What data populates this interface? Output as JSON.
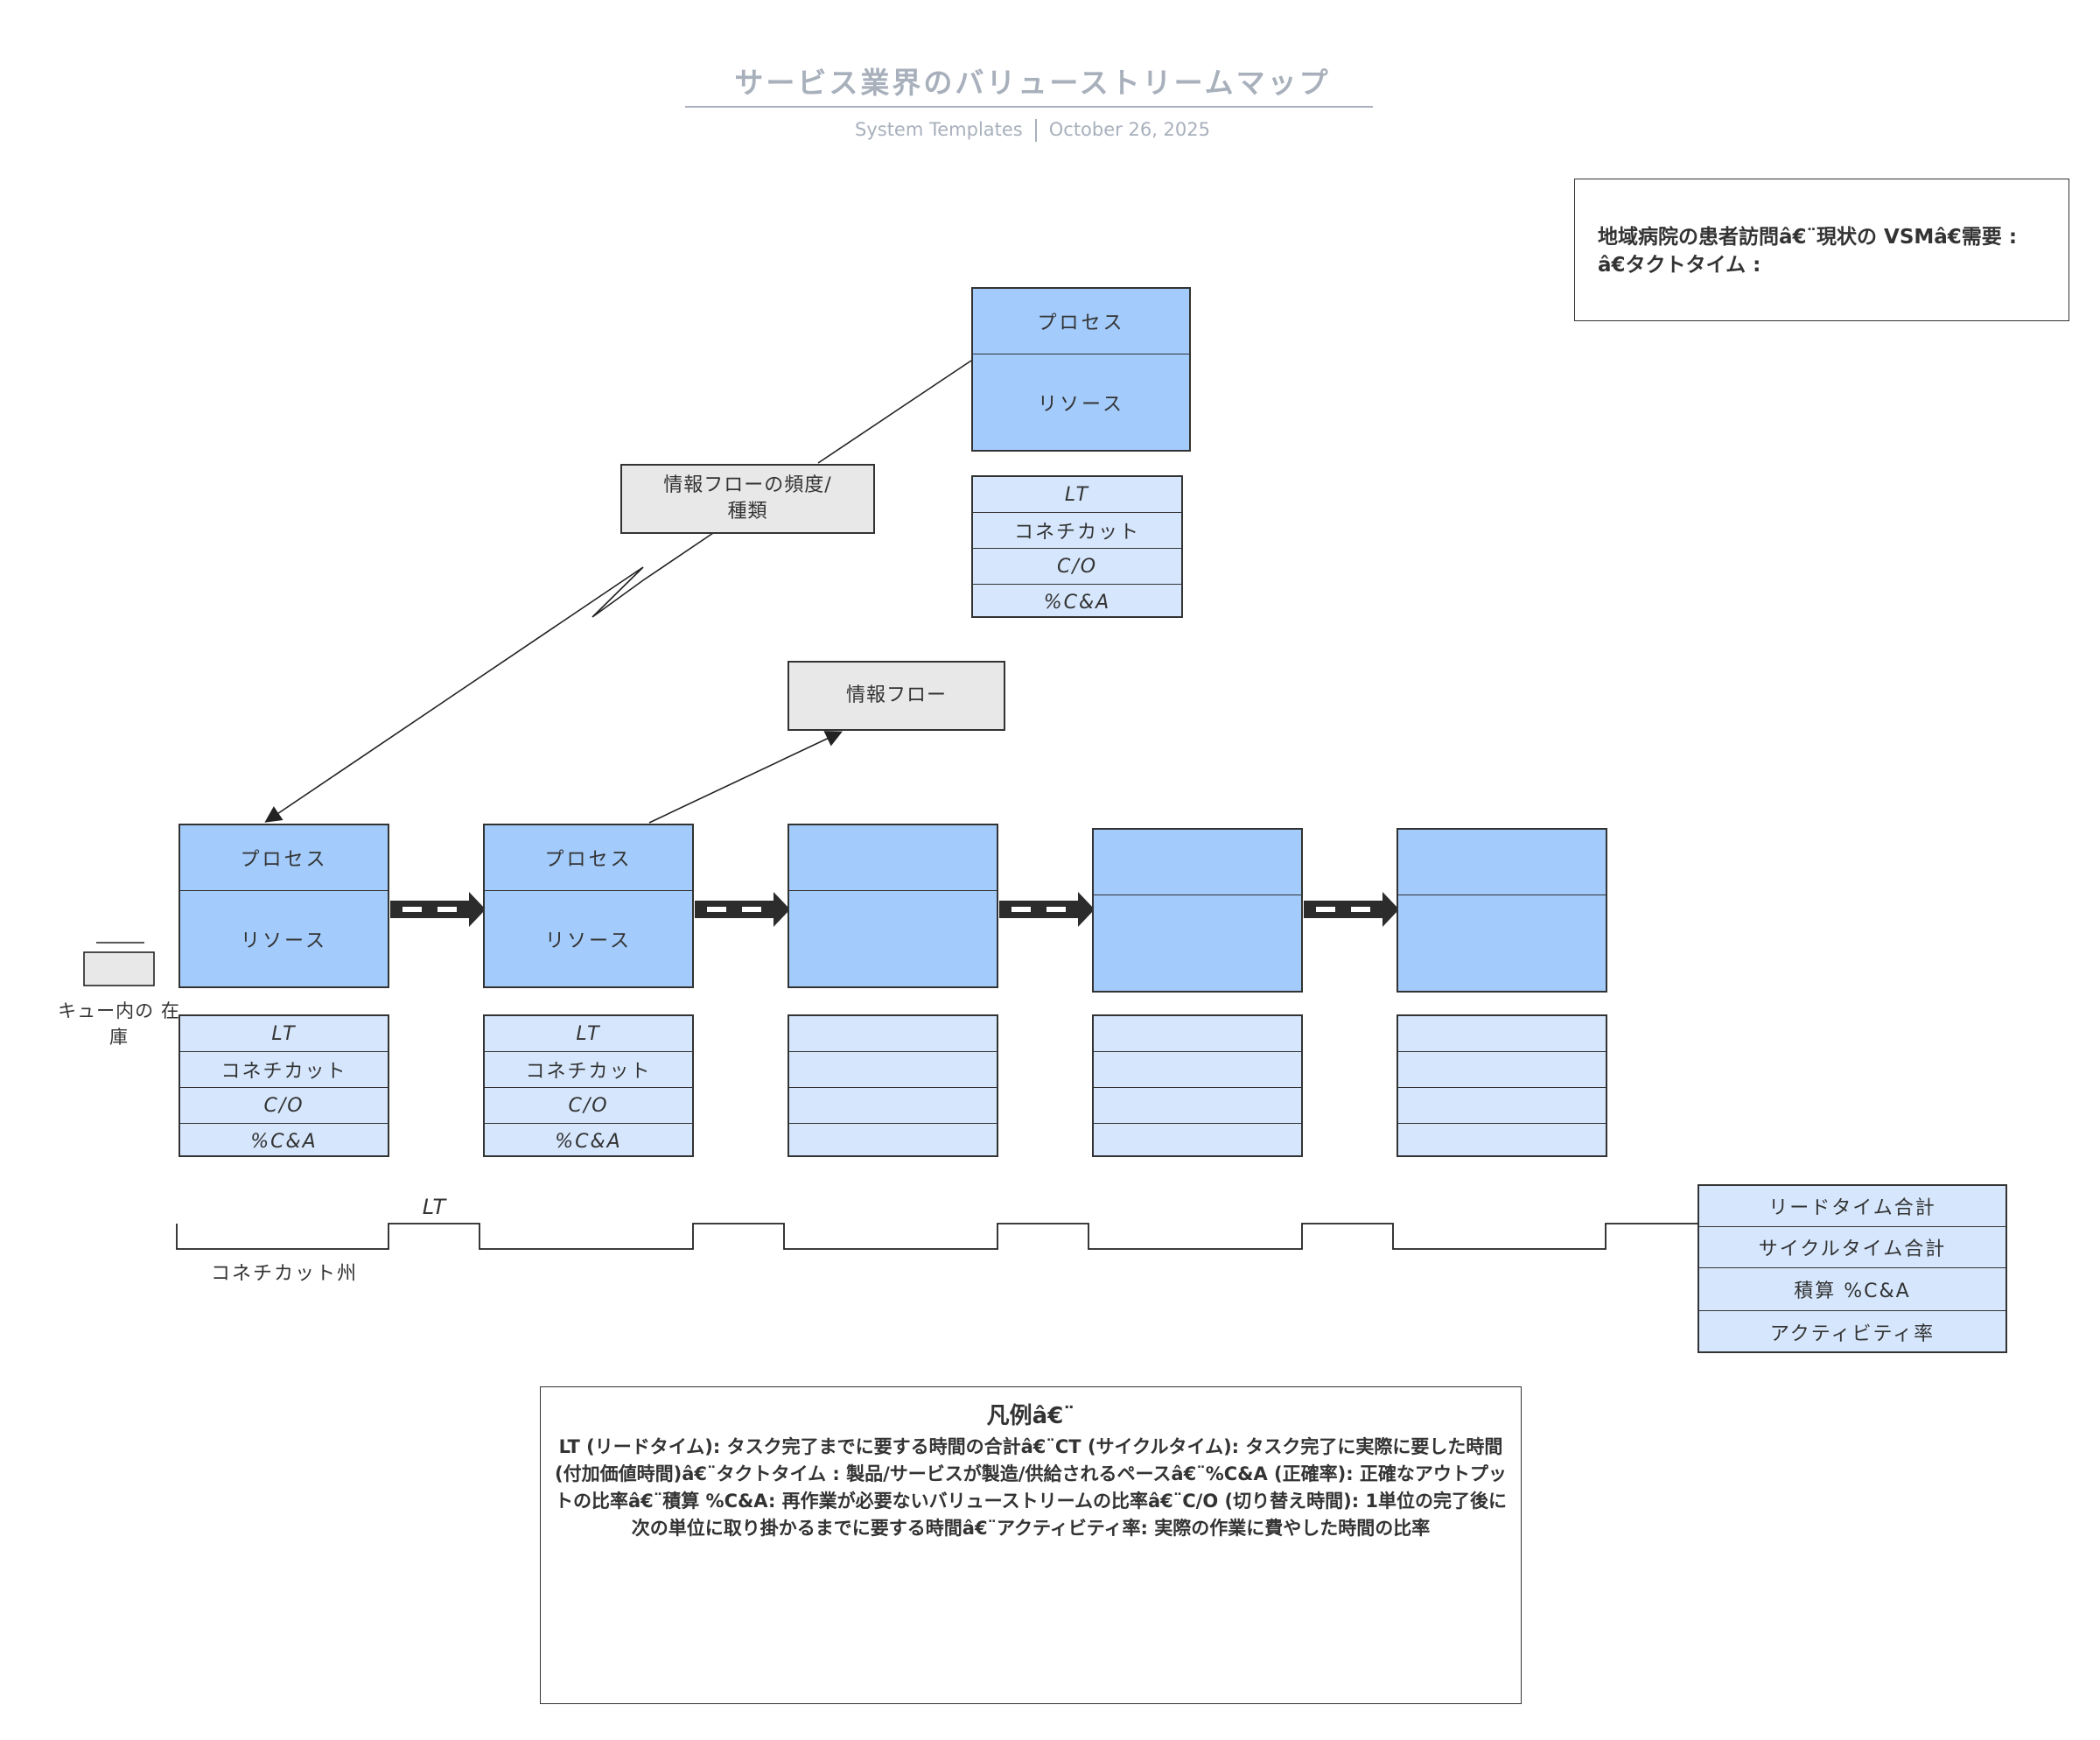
{
  "header": {
    "title": "サービス業界のバリューストリームマップ",
    "meta_left": "System Templates",
    "meta_right": "October 26, 2025"
  },
  "demand_box": {
    "text": "地域病院の患者訪問â€¨現状の VSMâ€需要 : â€タクトタイム :"
  },
  "top_process": {
    "process": "プロセス",
    "resource": "リソース",
    "metrics": [
      "LT",
      "コネチカット",
      "C/O",
      "%C&A"
    ]
  },
  "info_flow_freq": "情報フローの頻度/ 種類",
  "info_flow": "情報フロー",
  "processes": [
    {
      "process": "プロセス",
      "resource": "リソース",
      "metrics": [
        "LT",
        "コネチカット",
        "C/O",
        "%C&A"
      ]
    },
    {
      "process": "プロセス",
      "resource": "リソース",
      "metrics": [
        "LT",
        "コネチカット",
        "C/O",
        "%C&A"
      ]
    },
    {
      "process": "",
      "resource": "",
      "metrics": [
        "",
        "",
        "",
        ""
      ]
    },
    {
      "process": "",
      "resource": "",
      "metrics": [
        "",
        "",
        "",
        ""
      ]
    },
    {
      "process": "",
      "resource": "",
      "metrics": [
        "",
        "",
        "",
        ""
      ]
    }
  ],
  "queue_label": "キュー内の 在庫",
  "timeline": {
    "lt_label": "LT",
    "ct_label": "コネチカット州"
  },
  "summary": {
    "lead_time_total": "リードタイム合計",
    "cycle_time_total": "サイクルタイム合計",
    "rolled_ca": "積算 %C&A",
    "activity_ratio": "アクティビティ率"
  },
  "legend": {
    "title": "凡例â€¨",
    "body": "LT (リードタイム): タスク完了までに要する時間の合計â€¨CT (サイクルタイム): タスク完了に実際に要した時間 (付加価値時間)â€¨タクトタイム : 製品/サービスが製造/供給されるペースâ€¨%C&A (正確率): 正確なアウトプットの比率â€¨積算 %C&A: 再作業が必要ないバリューストリームの比率â€¨C/O (切り替え時間): 1単位の完了後に次の単位に取り掛かるまでに要する時間â€¨アクティビティ率: 実際の作業に費やした時間の比率"
  },
  "colors": {
    "process_fill": "#a3cbfb",
    "metric_fill": "#d6e7fd",
    "info_fill": "#e8e8e8",
    "title_color": "#a8b0bc"
  }
}
